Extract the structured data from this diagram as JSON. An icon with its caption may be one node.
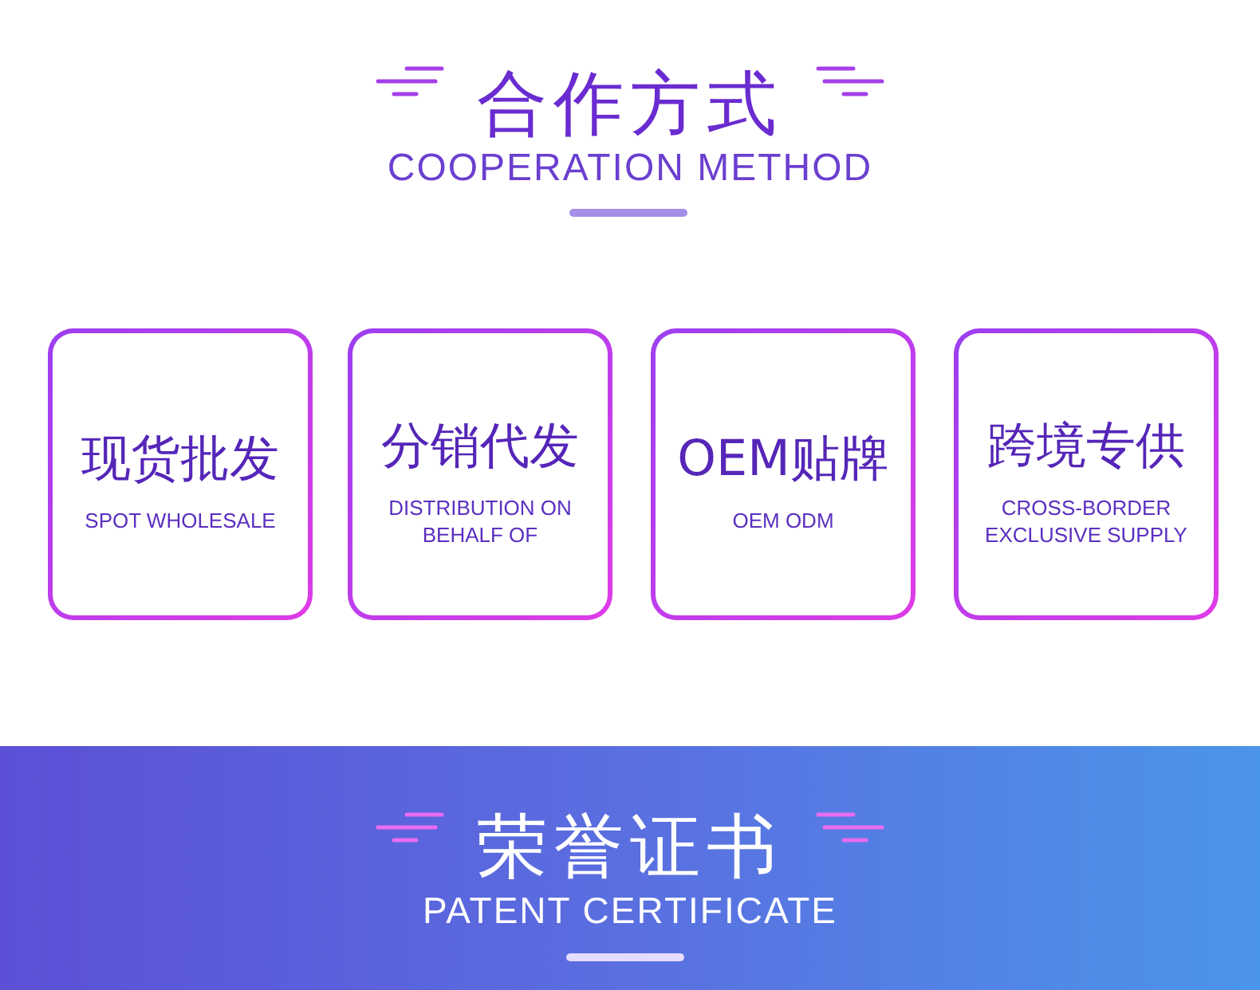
{
  "diagram": {
    "nodes": [
      {
        "text": [
          "现货批发",
          "SPOT WHOLESALE"
        ]
      },
      {
        "text": [
          "分销代发",
          "DISTRIBUTION ON BEHALF OF"
        ]
      },
      {
        "text": [
          "OEM贴牌",
          "OEM ODM"
        ]
      },
      {
        "text": [
          "跨境专供",
          "CROSS-BORDER EXCLUSIVE SUPPLY"
        ]
      }
    ],
    "labels": [
      "合作方式",
      "COOPERATION METHOD",
      "荣誉证书",
      "PATENT CERTIFICATE"
    ]
  }
}
